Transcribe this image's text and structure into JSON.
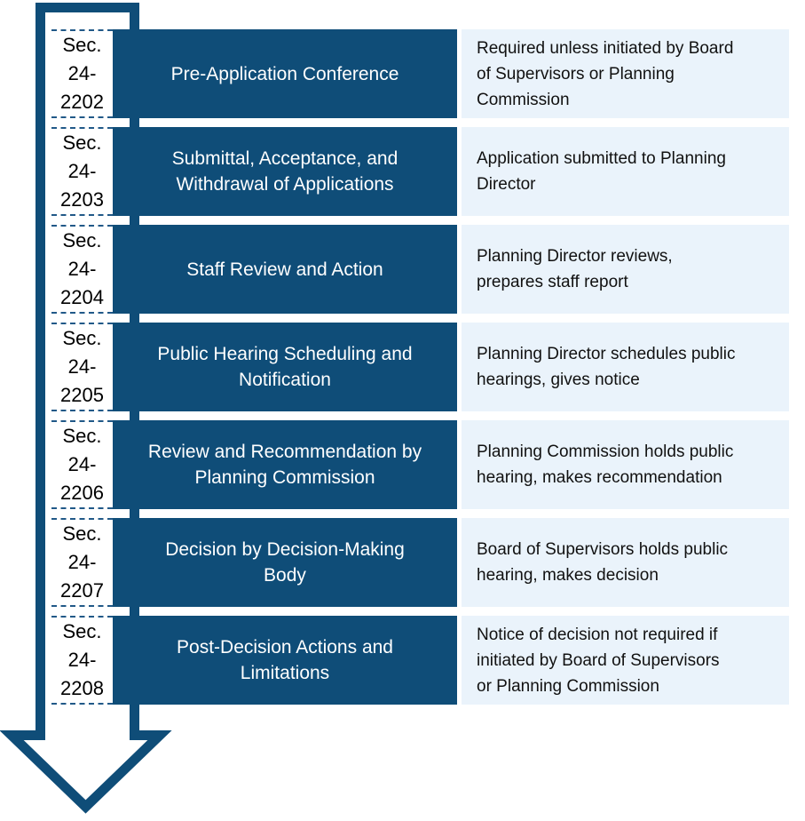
{
  "diagram": {
    "type": "process-flow",
    "direction": "top-to-bottom"
  },
  "icons": {
    "flow_direction": "down-arrow"
  },
  "colors": {
    "dark_blue": "#0F4D78",
    "light_blue": "#EAF3FB",
    "dash_color": "#215988",
    "title_text": "#FFFFFF",
    "body_text": "#111111",
    "bg": "#FFFFFF"
  },
  "rows": [
    {
      "section": [
        "Sec.",
        "24-",
        "2202"
      ],
      "title": [
        "Pre-Application Conference"
      ],
      "description": [
        "Required unless initiated by Board",
        "of Supervisors or Planning",
        "Commission"
      ]
    },
    {
      "section": [
        "Sec.",
        "24-",
        "2203"
      ],
      "title": [
        "Submittal, Acceptance, and",
        "Withdrawal of Applications"
      ],
      "description": [
        "Application submitted to Planning",
        "Director"
      ]
    },
    {
      "section": [
        "Sec.",
        "24-",
        "2204"
      ],
      "title": [
        "Staff Review and Action"
      ],
      "description": [
        "Planning Director reviews,",
        "prepares staff report"
      ]
    },
    {
      "section": [
        "Sec.",
        "24-",
        "2205"
      ],
      "title": [
        "Public Hearing Scheduling and",
        "Notification"
      ],
      "description": [
        "Planning Director schedules public",
        "hearings, gives notice"
      ]
    },
    {
      "section": [
        "Sec.",
        "24-",
        "2206"
      ],
      "title": [
        "Review and Recommendation by",
        "Planning Commission"
      ],
      "description": [
        "Planning Commission holds public",
        "hearing, makes recommendation"
      ]
    },
    {
      "section": [
        "Sec.",
        "24-",
        "2207"
      ],
      "title": [
        "Decision by Decision-Making",
        "Body"
      ],
      "description": [
        "Board of Supervisors holds public",
        "hearing, makes decision"
      ]
    },
    {
      "section": [
        "Sec.",
        "24-",
        "2208"
      ],
      "title": [
        "Post-Decision Actions and",
        "Limitations"
      ],
      "description": [
        "Notice of decision not required if",
        "initiated by Board of Supervisors",
        "or Planning Commission"
      ]
    }
  ]
}
